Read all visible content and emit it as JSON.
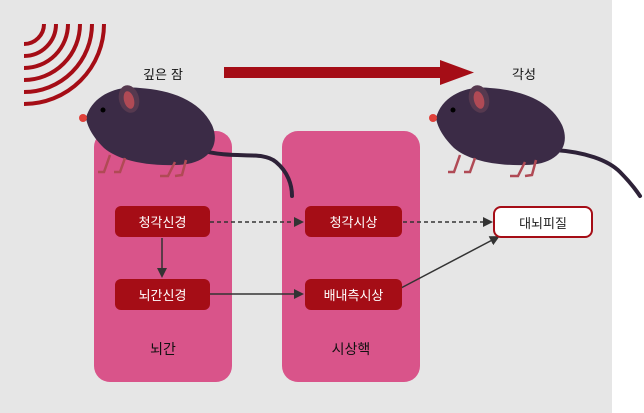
{
  "labels": {
    "deep_sleep": "깊은 잠",
    "awake": "각성"
  },
  "regions": {
    "brainstem": "뇌간",
    "thalamus": "시상핵"
  },
  "nodes": {
    "auditory_nerve": "청각신경",
    "brainstem_nerve": "뇌간신경",
    "auditory_thalamus": "청각시상",
    "dorsal_medial_thalamus": "배내측시상",
    "cortex": "대뇌피질"
  },
  "colors": {
    "background": "#e6e6e6",
    "region_fill": "#d9548a",
    "node_fill": "#a50d16",
    "arrow_main": "#a50d16",
    "mouse_body": "#3b2b46"
  },
  "icons": [
    "sound-wave-icon",
    "mouse-icon",
    "arrow-icon"
  ]
}
